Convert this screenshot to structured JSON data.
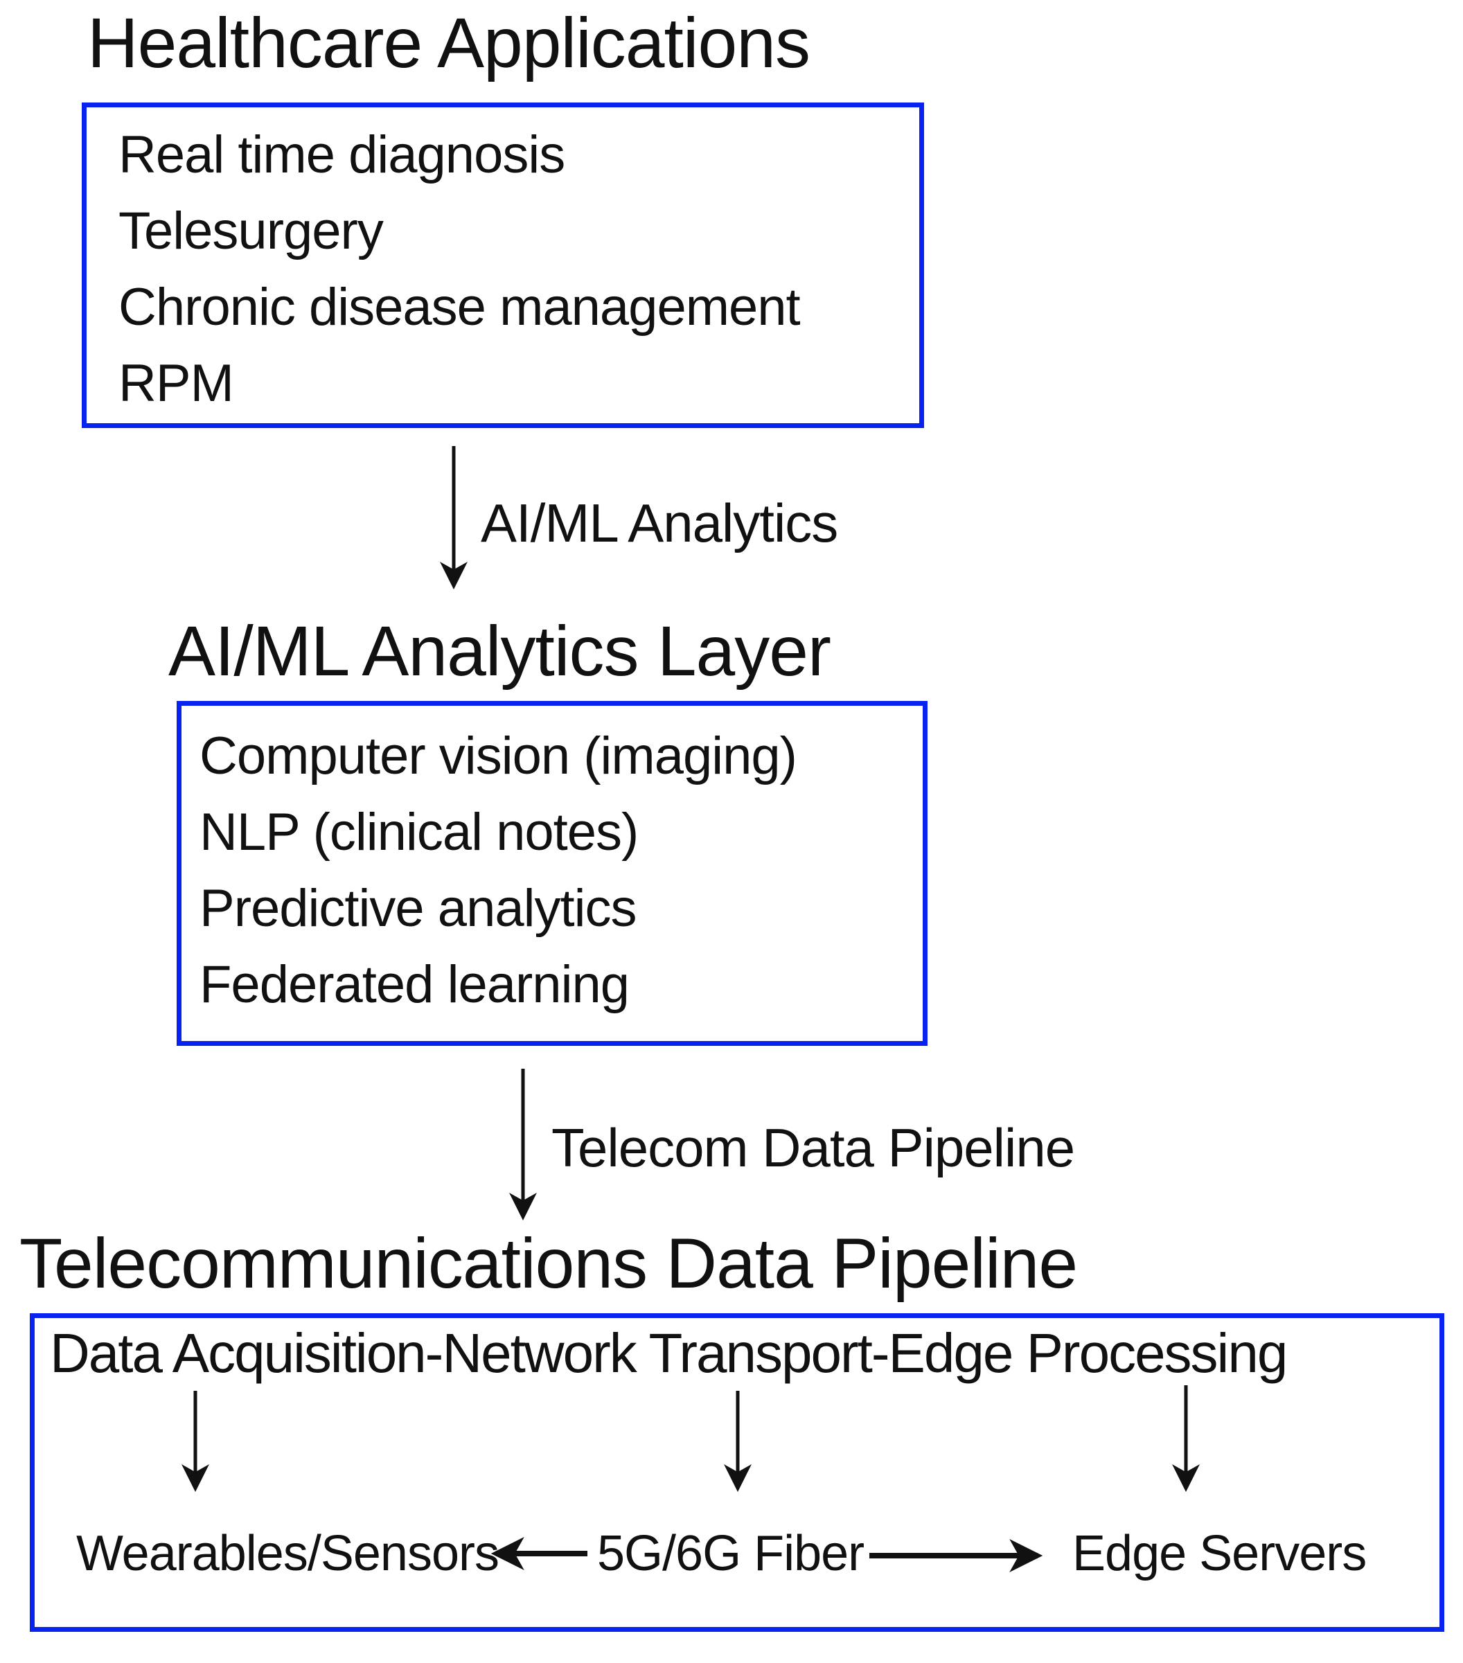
{
  "diagram": {
    "background_color": "#ffffff",
    "box_border_color": "#0823f0",
    "text_color": "#111111",
    "arrow_color": "#111111",
    "sections": [
      {
        "heading": "Healthcare Applications",
        "items": [
          "Real time diagnosis",
          "Telesurgery",
          "Chronic disease management",
          "RPM"
        ]
      },
      {
        "heading": "AI/ML Analytics Layer",
        "items": [
          "Computer vision (imaging)",
          "NLP (clinical notes)",
          "Predictive analytics",
          "Federated learning"
        ]
      },
      {
        "heading": "Telecommunications Data Pipeline",
        "stage_line": "Data Acquisition-Network Transport-Edge Processing",
        "nodes": [
          "Wearables/Sensors",
          "5G/6G Fiber",
          "Edge Servers"
        ]
      }
    ],
    "connector_labels": [
      "AI/ML Analytics",
      "Telecom Data Pipeline"
    ]
  }
}
